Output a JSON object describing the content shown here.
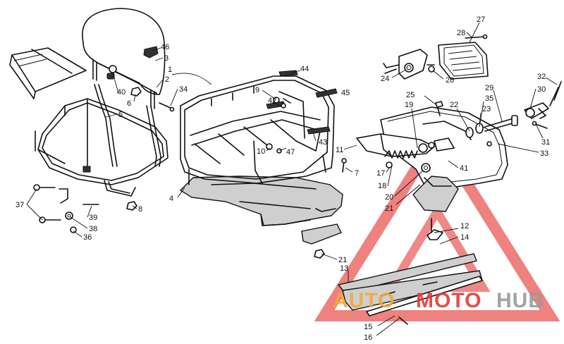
{
  "diagram": {
    "callouts": [
      "1",
      "2",
      "3",
      "4",
      "5",
      "6",
      "7",
      "8",
      "9",
      "10",
      "11",
      "12",
      "13",
      "14",
      "15",
      "16",
      "17",
      "18",
      "19",
      "20",
      "21",
      "21",
      "22",
      "23",
      "24",
      "25",
      "26",
      "27",
      "28",
      "29",
      "30",
      "31",
      "32",
      "33",
      "34",
      "35",
      "36",
      "37",
      "38",
      "39",
      "40",
      "41",
      "42",
      "43",
      "44",
      "45",
      "46",
      "47"
    ]
  },
  "watermark": {
    "part1": "AUTO",
    "part2": "MOTO",
    "part3": "HUB",
    "color_orange": "#f2a93b",
    "color_red": "#e53935",
    "color_gray": "#9a9a9a"
  }
}
